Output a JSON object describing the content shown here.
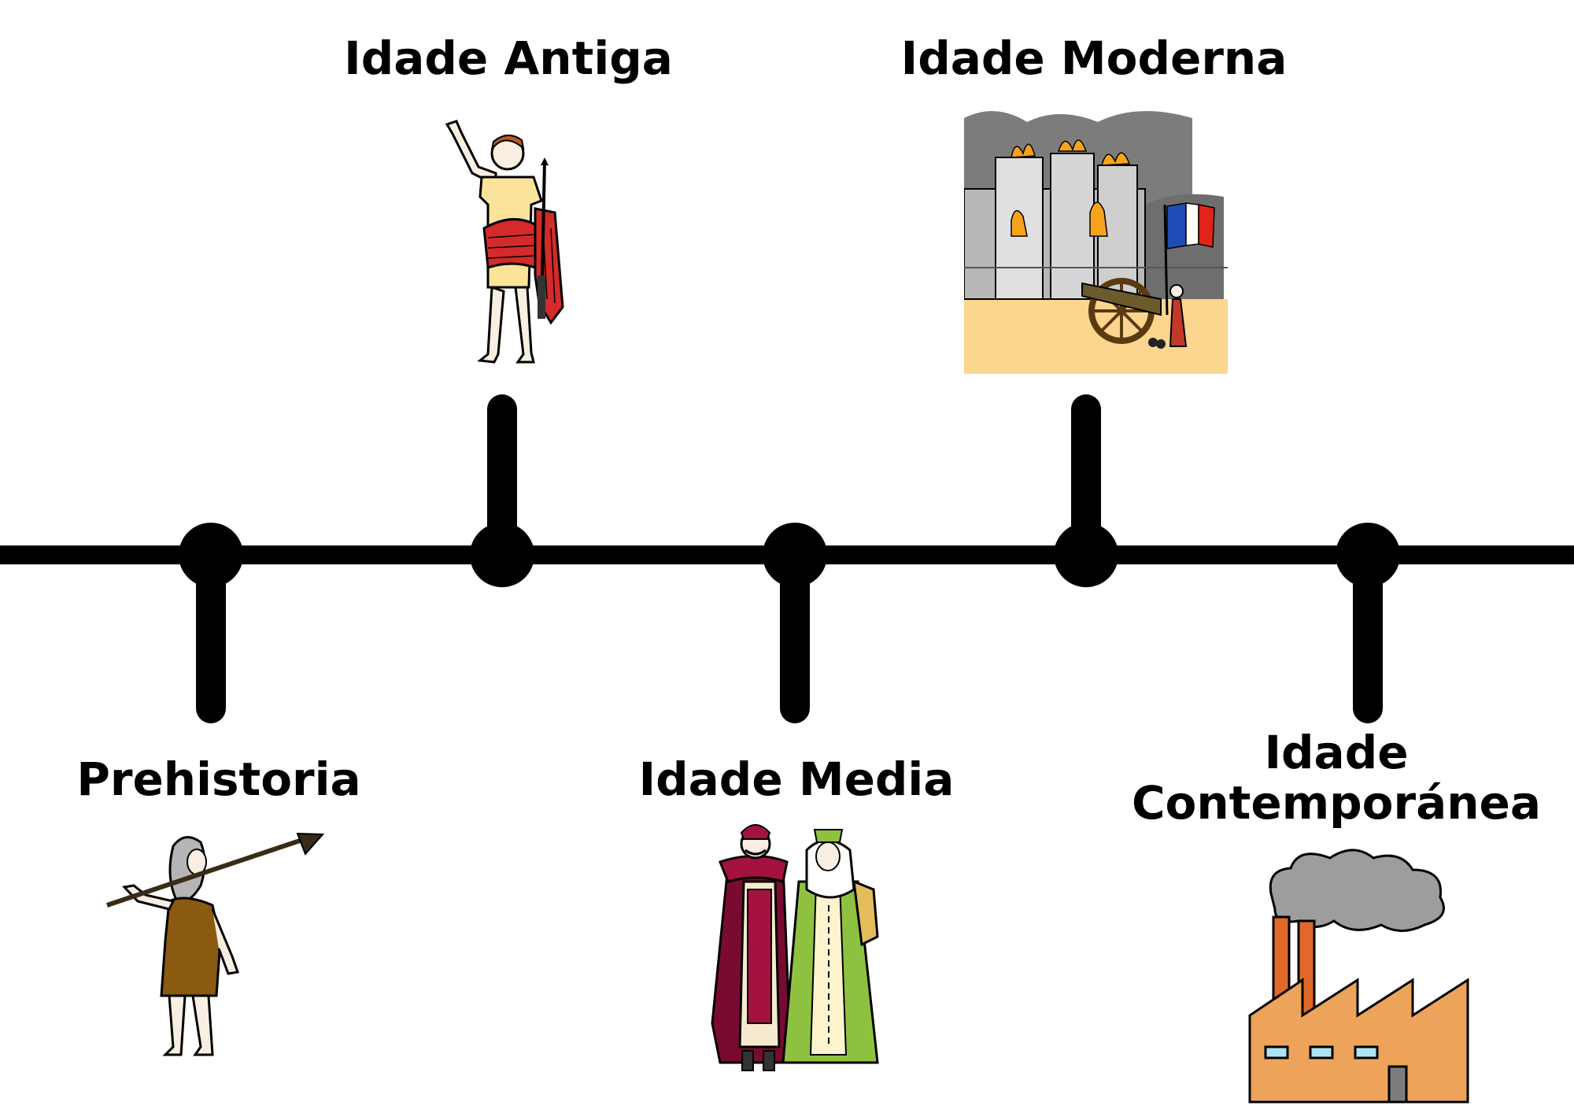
{
  "eras": [
    {
      "id": "prehistoria",
      "label": "Prehistoria"
    },
    {
      "id": "antiga",
      "label": "Idade Antiga"
    },
    {
      "id": "media",
      "label": "Idade Media"
    },
    {
      "id": "moderna",
      "label": "Idade Moderna"
    },
    {
      "id": "contemporanea",
      "label": "Idade\nContemporánea"
    }
  ],
  "icons": {
    "prehistoria": "caveman-with-spear-icon",
    "antiga": "roman-emperor-statue-icon",
    "media": "medieval-king-and-queen-icon",
    "moderna": "storming-of-bastille-icon",
    "contemporanea": "smoking-factory-icon"
  },
  "colors": {
    "line": "#000000",
    "roman_cloak": "#d42a2a",
    "tunic": "#fbe49a",
    "flag_blue": "#1f4bb4",
    "flag_red": "#e2231a",
    "sand": "#fcd58e",
    "factory": "#eda35a",
    "smoke": "#9d9d9d",
    "caveman_skin": "#8a5a10"
  }
}
